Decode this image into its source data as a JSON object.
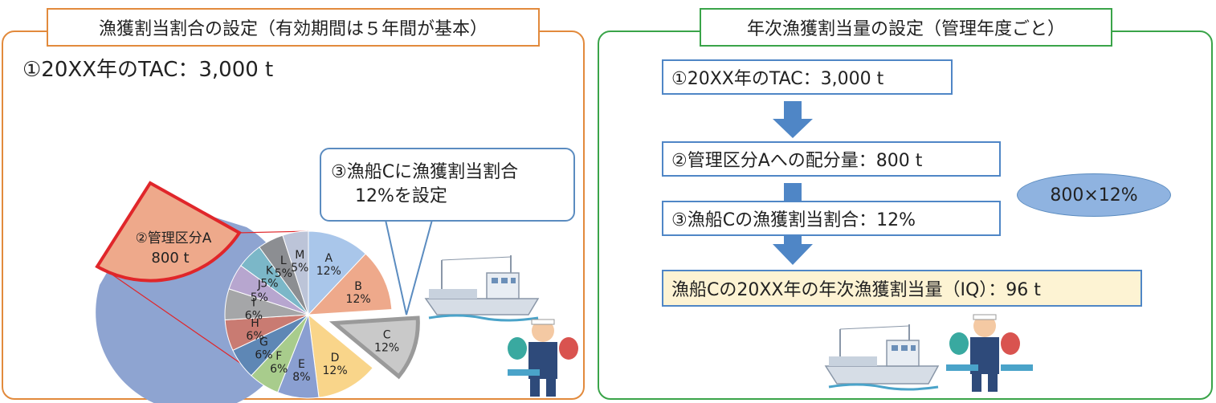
{
  "left_panel": {
    "title": "漁獲割当割合の設定（有効期間は５年間が基本）",
    "tac": "①20XX年のTAC：3,000 t",
    "big_pie_slice": {
      "line1": "②管理区分A",
      "line2": "800 t"
    },
    "callout": {
      "line1": "③漁船Cに漁獲割当割合",
      "line2": "12%を設定"
    },
    "small_pie_segments": [
      {
        "letter": "A",
        "pct": "12%",
        "value": 12,
        "color": "#a9c6ea"
      },
      {
        "letter": "B",
        "pct": "12%",
        "value": 12,
        "color": "#eea98b"
      },
      {
        "letter": "C",
        "pct": "12%",
        "value": 12,
        "color": "#c9c9c9"
      },
      {
        "letter": "D",
        "pct": "12%",
        "value": 12,
        "color": "#f9d58a"
      },
      {
        "letter": "E",
        "pct": "8%",
        "value": 8,
        "color": "#8a9fd1"
      },
      {
        "letter": "F",
        "pct": "6%",
        "value": 6,
        "color": "#a8cc8c"
      },
      {
        "letter": "G",
        "pct": "6%",
        "value": 6,
        "color": "#5e87b5"
      },
      {
        "letter": "H",
        "pct": "6%",
        "value": 6,
        "color": "#c97b72"
      },
      {
        "letter": "I",
        "pct": "6%",
        "value": 6,
        "color": "#a5a6a8"
      },
      {
        "letter": "J",
        "pct": "5%",
        "value": 5,
        "color": "#b7a6cf"
      },
      {
        "letter": "K",
        "pct": "5%",
        "value": 5,
        "color": "#7bb7c8"
      },
      {
        "letter": "L",
        "pct": "5%",
        "value": 5,
        "color": "#8c8e92"
      },
      {
        "letter": "M",
        "pct": "5%",
        "value": 5,
        "color": "#bcc4d8"
      }
    ]
  },
  "right_panel": {
    "title": "年次漁獲割当量の設定（管理年度ごと）",
    "step1": "①20XX年のTAC：3,000 t",
    "step2": "②管理区分Aへの配分量：800 t",
    "step3": "③漁船Cの漁獲割当割合：12%",
    "result": "漁船Cの20XX年の年次漁獲割当量（IQ）：96 t",
    "calc": "800×12%"
  },
  "colors": {
    "orange_border": "#e28a3c",
    "green_border": "#3aa449",
    "blue_box": "#4f86c6",
    "big_pie": "#8ea4d1",
    "slice_fill": "#eea98b",
    "slice_border": "#e0262a",
    "arrow": "#4f86c6"
  },
  "icons": [
    "fishing-boat-icon",
    "fisherman-icon"
  ]
}
